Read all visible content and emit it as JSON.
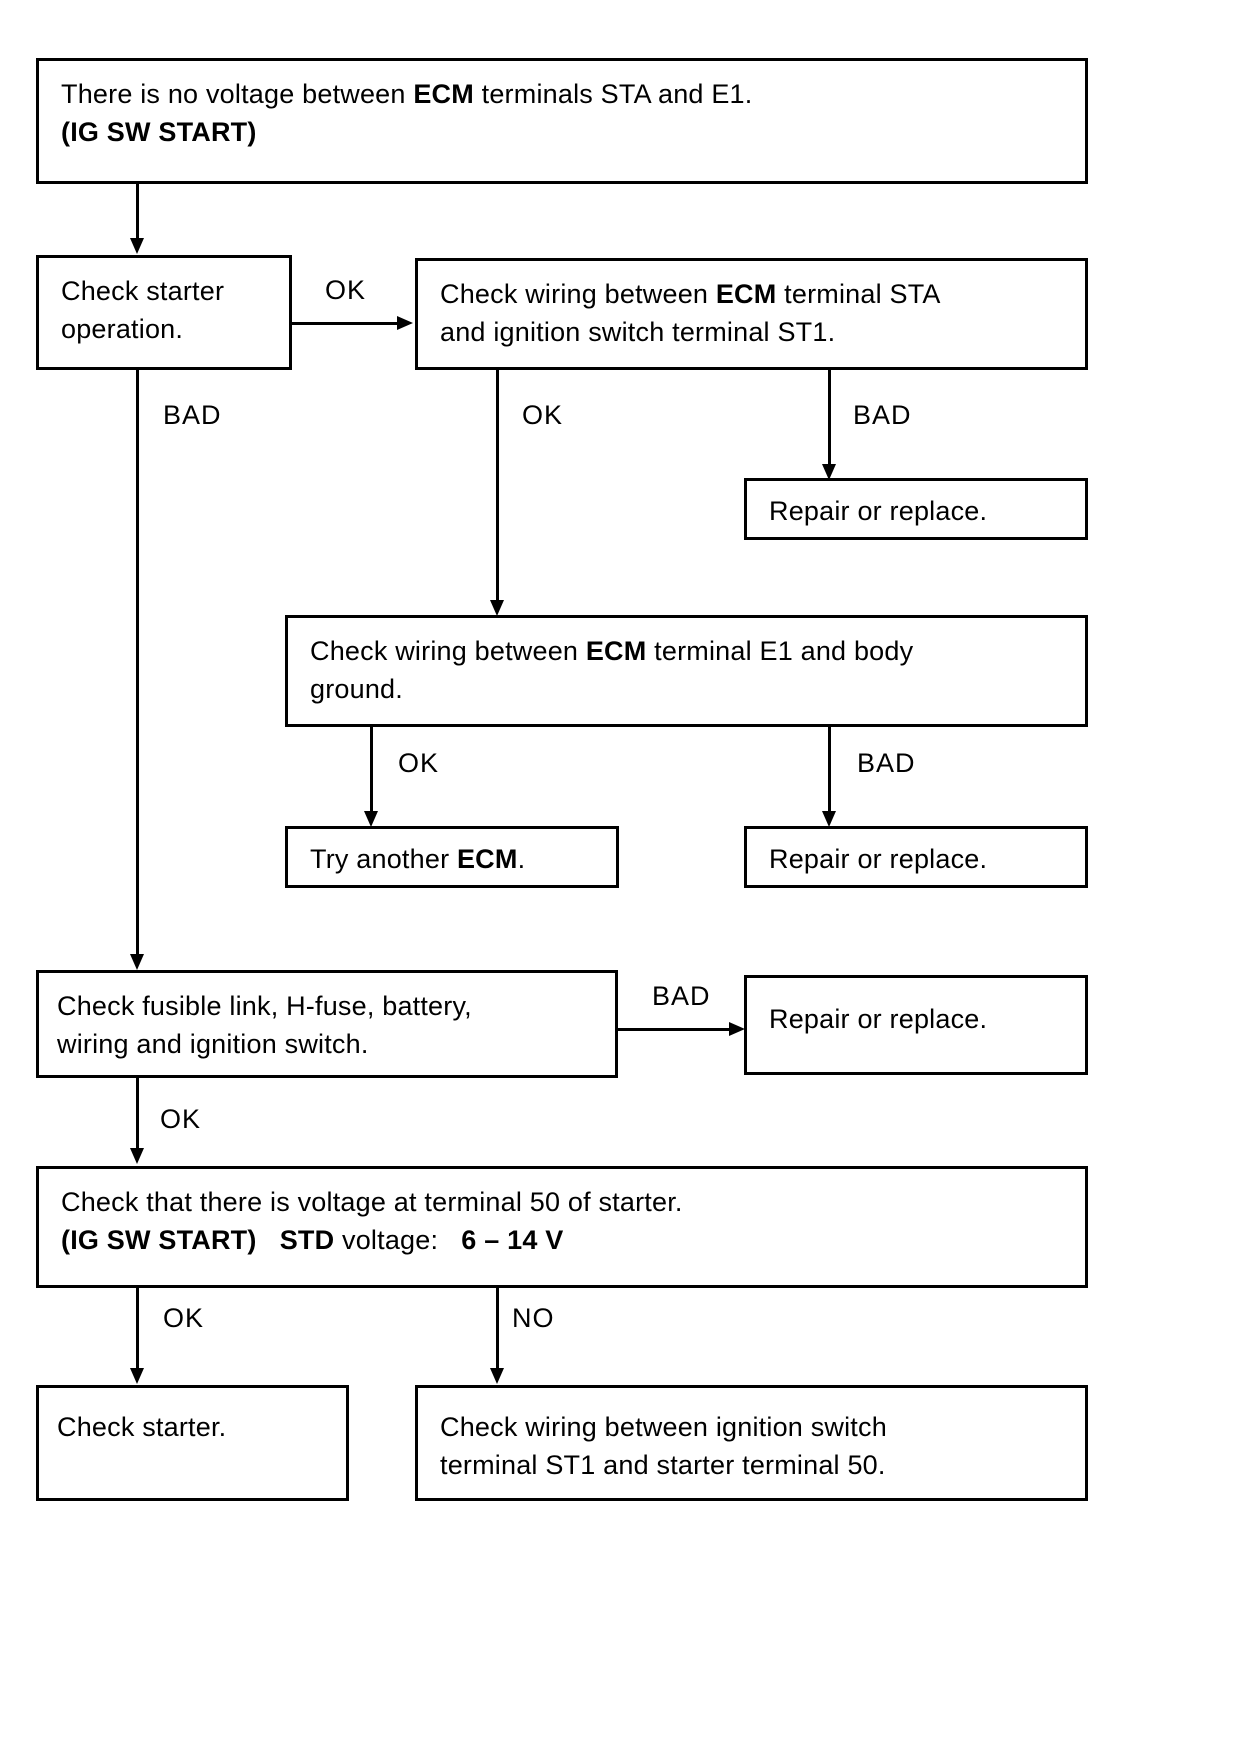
{
  "diagram": {
    "title": "ECM STA / E1 no-voltage troubleshooting flowchart",
    "type": "flowchart",
    "ink_color": "#000000",
    "background_color": "#ffffff",
    "nodes": [
      {
        "id": "start",
        "lines": [
          "There is no voltage between ECM terminals STA and E1.",
          "(IG SW START)"
        ],
        "line1": "There is no voltage between ",
        "line1_bold": "ECM",
        "line1_tail": " terminals STA and E1.",
        "line2_bold": "(IG SW START)"
      },
      {
        "id": "check-starter-operation",
        "line1": "Check starter",
        "line2": "operation."
      },
      {
        "id": "check-wiring-sta-st1",
        "line1": "Check wiring between ",
        "line1_bold": "ECM",
        "line1_tail": " terminal STA",
        "line2": "and ignition switch terminal ST1."
      },
      {
        "id": "repair-or-replace-1",
        "line1": "Repair or replace."
      },
      {
        "id": "check-wiring-e1-ground",
        "line1": "Check wiring between ",
        "line1_bold": "ECM",
        "line1_tail": " terminal E1 and body",
        "line2": "ground."
      },
      {
        "id": "try-another-ecm",
        "line1": "Try another ",
        "line1_bold": "ECM",
        "line1_tail": "."
      },
      {
        "id": "repair-or-replace-2",
        "line1": "Repair or replace."
      },
      {
        "id": "check-fusible-link",
        "line1": "Check fusible link, H-fuse, battery,",
        "line2": "wiring and ignition switch."
      },
      {
        "id": "repair-or-replace-3",
        "line1": "Repair or replace."
      },
      {
        "id": "check-voltage-terminal-50",
        "line1": "Check that there is voltage at terminal 50 of starter.",
        "line2_bold_a": "(IG SW START)",
        "line2_spacer": "   ",
        "line2_bold_b": "STD",
        "line2_mid": " voltage:   ",
        "line2_bold_c": "6 – 14 V"
      },
      {
        "id": "check-starter",
        "line1": "Check starter."
      },
      {
        "id": "check-wiring-st1-starter-50",
        "line1": "Check wiring between ignition switch",
        "line2": "terminal ST1 and starter terminal 50."
      }
    ],
    "edge_labels": [
      {
        "id": "ok-starter-operation",
        "text": "OK"
      },
      {
        "id": "bad-starter-operation",
        "text": "BAD"
      },
      {
        "id": "ok-wiring-sta",
        "text": "OK"
      },
      {
        "id": "bad-wiring-sta",
        "text": "BAD"
      },
      {
        "id": "ok-wiring-e1",
        "text": "OK"
      },
      {
        "id": "bad-wiring-e1",
        "text": "BAD"
      },
      {
        "id": "bad-fusible-link",
        "text": "BAD"
      },
      {
        "id": "ok-fusible-link",
        "text": "OK"
      },
      {
        "id": "ok-voltage-50",
        "text": "OK"
      },
      {
        "id": "no-voltage-50",
        "text": "NO"
      }
    ]
  }
}
